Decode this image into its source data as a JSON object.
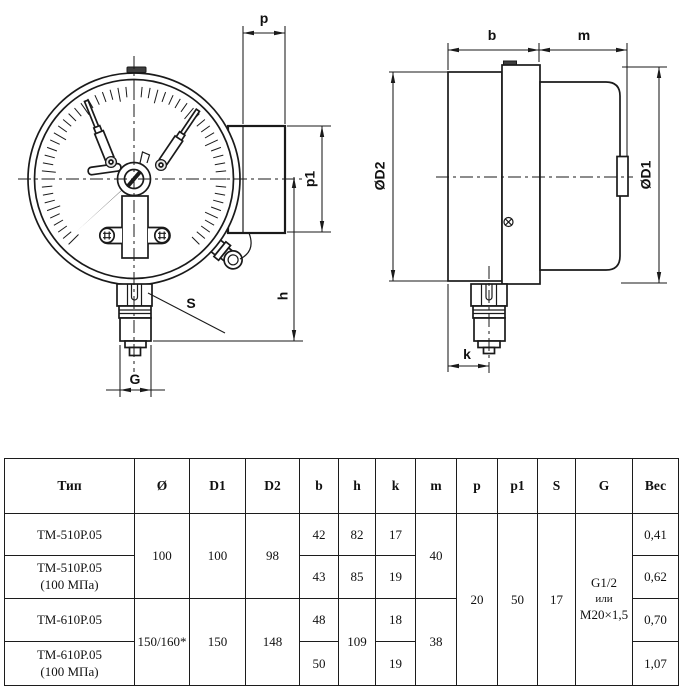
{
  "drawing": {
    "front_labels": {
      "p": "p",
      "p1": "p1",
      "h": "h",
      "s": "S",
      "g": "G"
    },
    "side_labels": {
      "b": "b",
      "m": "m",
      "k": "k",
      "d1": "ØD1",
      "d2": "ØD2"
    }
  },
  "table": {
    "headers": {
      "type": "Тип",
      "dia": "Ø",
      "d1": "D1",
      "d2": "D2",
      "b": "b",
      "h": "h",
      "k": "k",
      "m": "m",
      "p": "p",
      "p1": "p1",
      "s": "S",
      "g": "G",
      "weight": "Вес"
    },
    "groups": {
      "g510": {
        "dia": "100",
        "d1": "100",
        "d2": "98",
        "m": "40"
      },
      "g610": {
        "dia": "150/160*",
        "d1": "150",
        "d2": "148",
        "h": "109",
        "m": "38"
      },
      "common": {
        "p": "20",
        "p1": "50",
        "s": "17",
        "g1": "G1/2",
        "g2": "или",
        "g3": "M20×1,5"
      }
    },
    "rows": [
      {
        "type1": "ТМ-510Р.05",
        "type2": "",
        "b": "42",
        "h": "82",
        "k": "17",
        "weight": "0,41"
      },
      {
        "type1": "ТМ-510Р.05",
        "type2": "(100 МПа)",
        "b": "43",
        "h": "85",
        "k": "19",
        "weight": "0,62"
      },
      {
        "type1": "ТМ-610Р.05",
        "type2": "",
        "b": "48",
        "k": "18",
        "weight": "0,70"
      },
      {
        "type1": "ТМ-610Р.05",
        "type2": "(100 МПа)",
        "b": "50",
        "k": "19",
        "weight": "1,07"
      }
    ]
  }
}
